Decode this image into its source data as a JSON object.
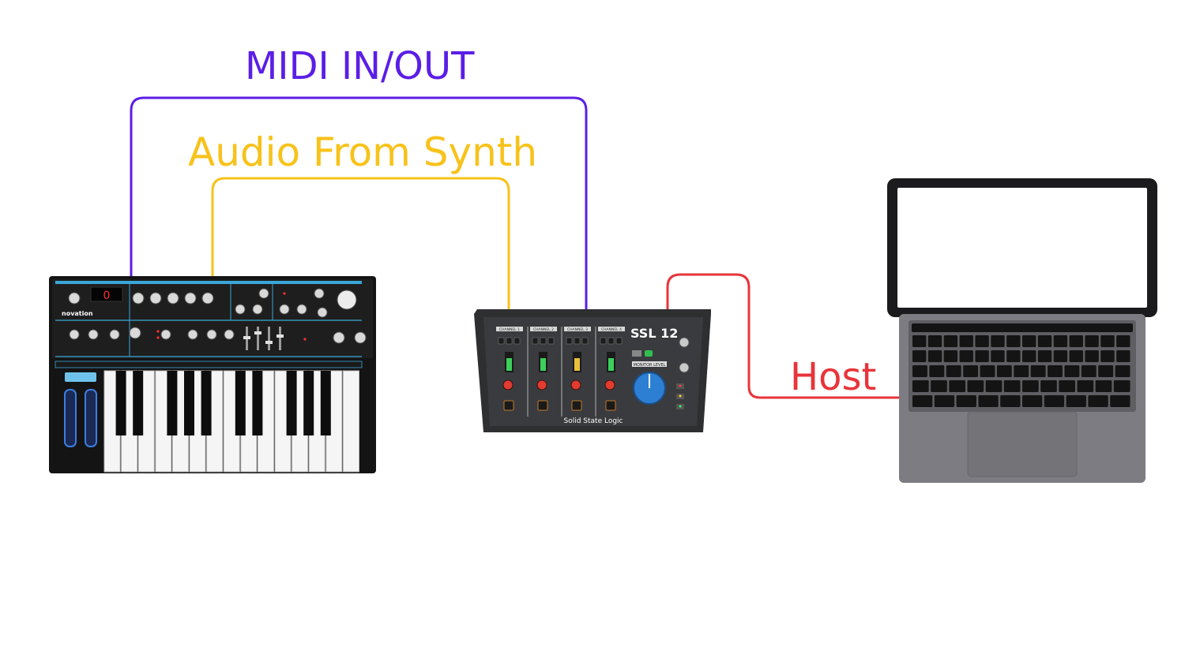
{
  "connections": {
    "midi": {
      "label": "MIDI IN/OUT",
      "color": "#5b1ee6"
    },
    "audio": {
      "label": "Audio From Synth",
      "color": "#f7c21a"
    },
    "host": {
      "label": "Host",
      "color": "#e8343a"
    }
  },
  "devices": {
    "synth": {
      "brand": "novation",
      "display": "0"
    },
    "interface": {
      "model": "SSL 12",
      "maker": "Solid State Logic",
      "channels": [
        "CHANNEL 1",
        "CHANNEL 2",
        "CHANNEL 3",
        "CHANNEL 4"
      ],
      "monitor_label": "MONITOR LEVEL",
      "knob_color": "#2d7fd3"
    },
    "laptop": {}
  }
}
